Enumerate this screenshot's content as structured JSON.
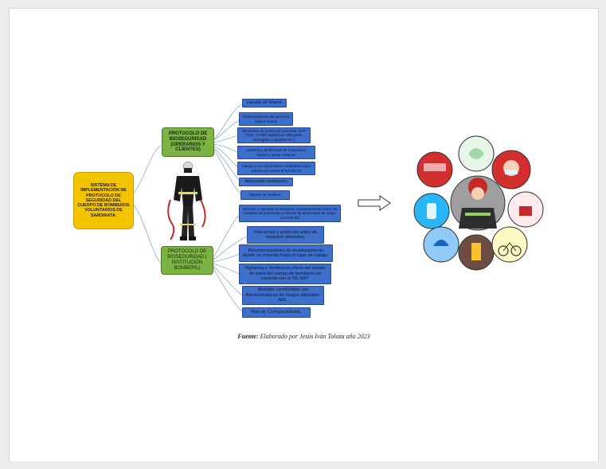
{
  "root": {
    "label": "SISTEMA DE IMPLEMENTACIÓN DE PROTOCOLO DE SEGURIDAD DEL CUERPO DE BOMBEROS VOLUNTARIOS DE SARDINATA."
  },
  "branches": [
    {
      "label": "PROTOCOLO DE BIOSEGURIDAD (OPERARIOS Y CLIENTES)",
      "items": [
        "Lavado de Manos",
        "Distanciamiento del personal cada 2 metros",
        "Elementos de protección personal- EPP (Tyvx, TYVEK,tapabocas N95,gafas, monogafas y guantes etc.)",
        "Limpieza y desifeccion de maquinaria, equipo y areas comunes",
        "Manejo y uso de protector respiratorio para prevención contra el COVID-19",
        "Adecuada ventilacion",
        "Manejo de residuos"
      ]
    },
    {
      "label": "PROTOCOLO DE BIOSEGURIDAD ( INSTITUCIÓN BOMBERIL)",
      "items": [
        "Informar y capacitar al trabajador constantemente sobre las medidas de prevencion y manejo de situaciones de riesgo (COVID-19)",
        "Interaccion y protocolo antes de consumir alimentos.",
        "Recomendaciones de desplazamiento desde su vivienda hasta el lugar de trabajo.",
        "Vigilancia y Verificación diaria del estado de salud del cuerpo de bomberos en contexto con el SG-SST.",
        "Medidas coordinadas con Administradores de riesgos laborales- ARL.",
        "Plan de Comunicaciones."
      ]
    }
  ],
  "caption": {
    "bold": "Fuente:",
    "text": " Elaborado por Jesús Iván Toloza año 2023"
  },
  "colors": {
    "root": "#f5c400",
    "category": "#7cb342",
    "item": "#3e6fcb"
  }
}
